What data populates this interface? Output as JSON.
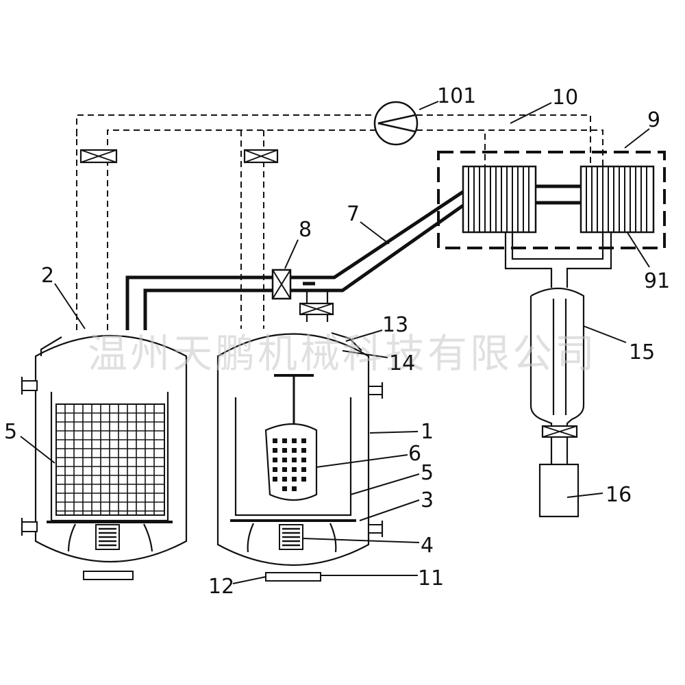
{
  "watermark": "温州天鹏机械科技有限公司",
  "labels": {
    "l101": "101",
    "l10": "10",
    "l9": "9",
    "l8": "8",
    "l7": "7",
    "l2": "2",
    "l13": "13",
    "l14": "14",
    "l15": "15",
    "l91": "91",
    "l5_left": "5",
    "l1": "1",
    "l6": "6",
    "l5_right": "5",
    "l3": "3",
    "l4": "4",
    "l16": "16",
    "l12": "12",
    "l11": "11"
  }
}
